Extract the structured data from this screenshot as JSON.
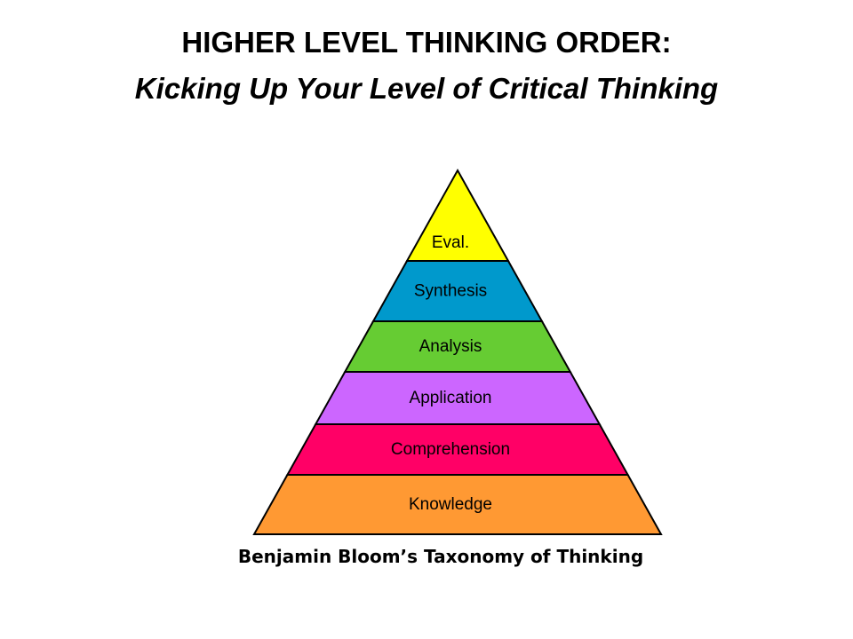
{
  "title": {
    "line1": "HIGHER LEVEL THINKING ORDER:",
    "line2": "Kicking Up Your Level of Critical Thinking"
  },
  "pyramid": {
    "tiers": [
      {
        "label": "Eval.",
        "color": "#ffff00"
      },
      {
        "label": "Synthesis",
        "color": "#0099cc"
      },
      {
        "label": "Analysis",
        "color": "#66cc33"
      },
      {
        "label": "Application",
        "color": "#cc66ff"
      },
      {
        "label": "Comprehension",
        "color": "#ff0066"
      },
      {
        "label": "Knowledge",
        "color": "#ff9933"
      }
    ]
  },
  "caption": "Benjamin Bloom’s Taxonomy of Thinking"
}
